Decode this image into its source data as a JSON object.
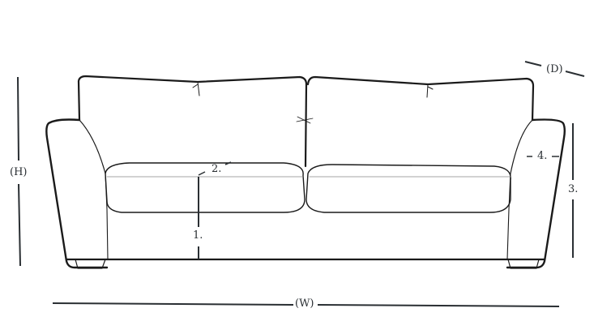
{
  "diagram": {
    "subject": "three-seat sofa dimension drawing",
    "labels": {
      "height": "(H)",
      "width": "(W)",
      "depth": "(D)",
      "seat_height": "1.",
      "seat_depth": "2.",
      "arm_height": "3.",
      "arm_width": "4."
    },
    "colors": {
      "outline": "#1a1a1a",
      "dimension_lines": "#2a2f33",
      "background": "#ffffff"
    }
  }
}
